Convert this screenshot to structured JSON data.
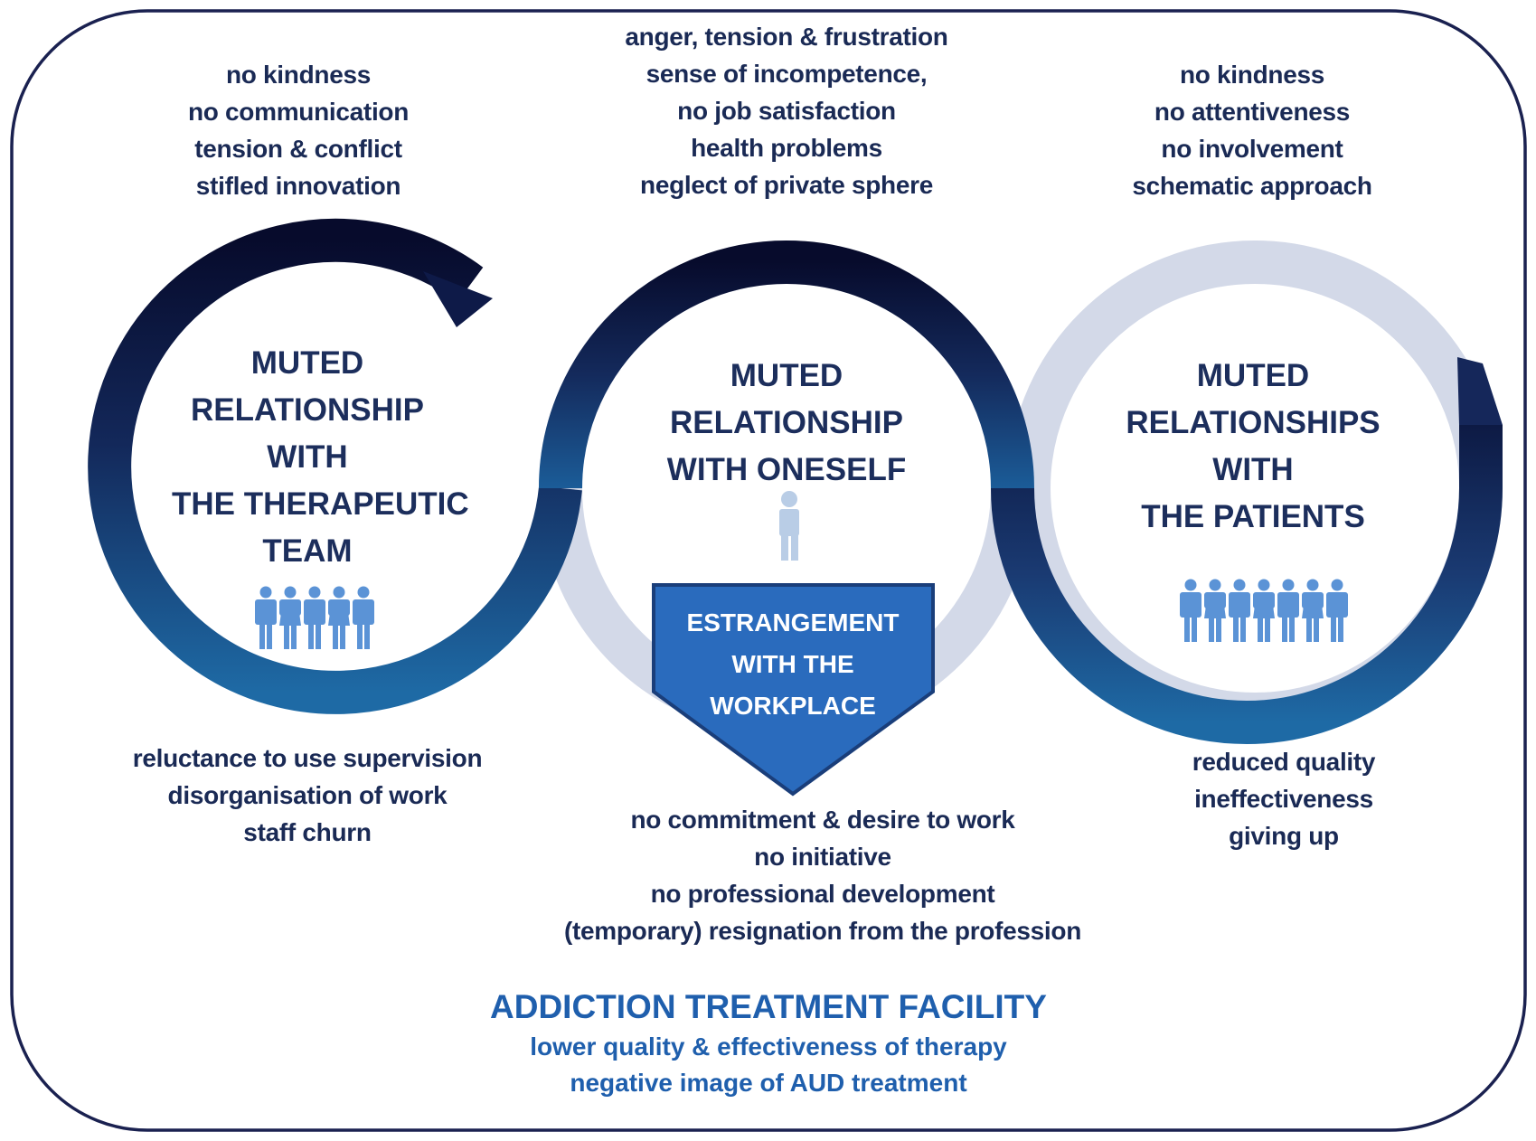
{
  "colors": {
    "frame": "#1a2150",
    "text_dark": "#1a2a55",
    "ring_dark": "#0b1236",
    "ring_mid": "#1a3a6e",
    "ring_light_blue": "#1e5f9f",
    "ring_pale": "#d3d9e8",
    "box_fill": "#2a6bbd",
    "box_border": "#1a3e7a",
    "people_icons": "#5b93d6",
    "person_pale": "#b9cde6",
    "facility_text": "#1f5fad"
  },
  "left_circle": {
    "title_lines": [
      "MUTED",
      "RELATIONSHIP",
      "WITH",
      "THE THERAPEUTIC",
      "TEAM"
    ],
    "top_effects": [
      "no kindness",
      "no communication",
      "tension & conflict",
      "stifled innovation"
    ],
    "bottom_effects": [
      "reluctance to use supervision",
      "disorganisation of work",
      "staff churn"
    ],
    "icon": "group-of-five-people-icon",
    "people_count": 5
  },
  "center_circle": {
    "title_lines": [
      "MUTED",
      "RELATIONSHIP",
      "WITH ONESELF"
    ],
    "top_effects": [
      "anger, tension & frustration",
      "sense of incompetence,",
      "no job satisfaction",
      "health problems",
      "neglect of private sphere"
    ],
    "icon": "single-person-icon",
    "box_lines": [
      "ESTRANGEMENT",
      "WITH THE",
      "WORKPLACE"
    ],
    "bottom_effects": [
      "no commitment & desire to work",
      "no initiative",
      "no professional development",
      "(temporary) resignation from the profession"
    ]
  },
  "right_circle": {
    "title_lines": [
      "MUTED",
      "RELATIONSHIPS",
      "WITH",
      "THE PATIENTS"
    ],
    "top_effects": [
      "no kindness",
      "no attentiveness",
      "no involvement",
      "schematic approach"
    ],
    "bottom_effects": [
      "reduced quality",
      "ineffectiveness",
      "giving up"
    ],
    "icon": "group-of-seven-people-icon",
    "people_count": 7
  },
  "facility": {
    "title": "ADDICTION TREATMENT FACILITY",
    "lines": [
      "lower quality & effectiveness of therapy",
      "negative image of AUD treatment"
    ]
  }
}
